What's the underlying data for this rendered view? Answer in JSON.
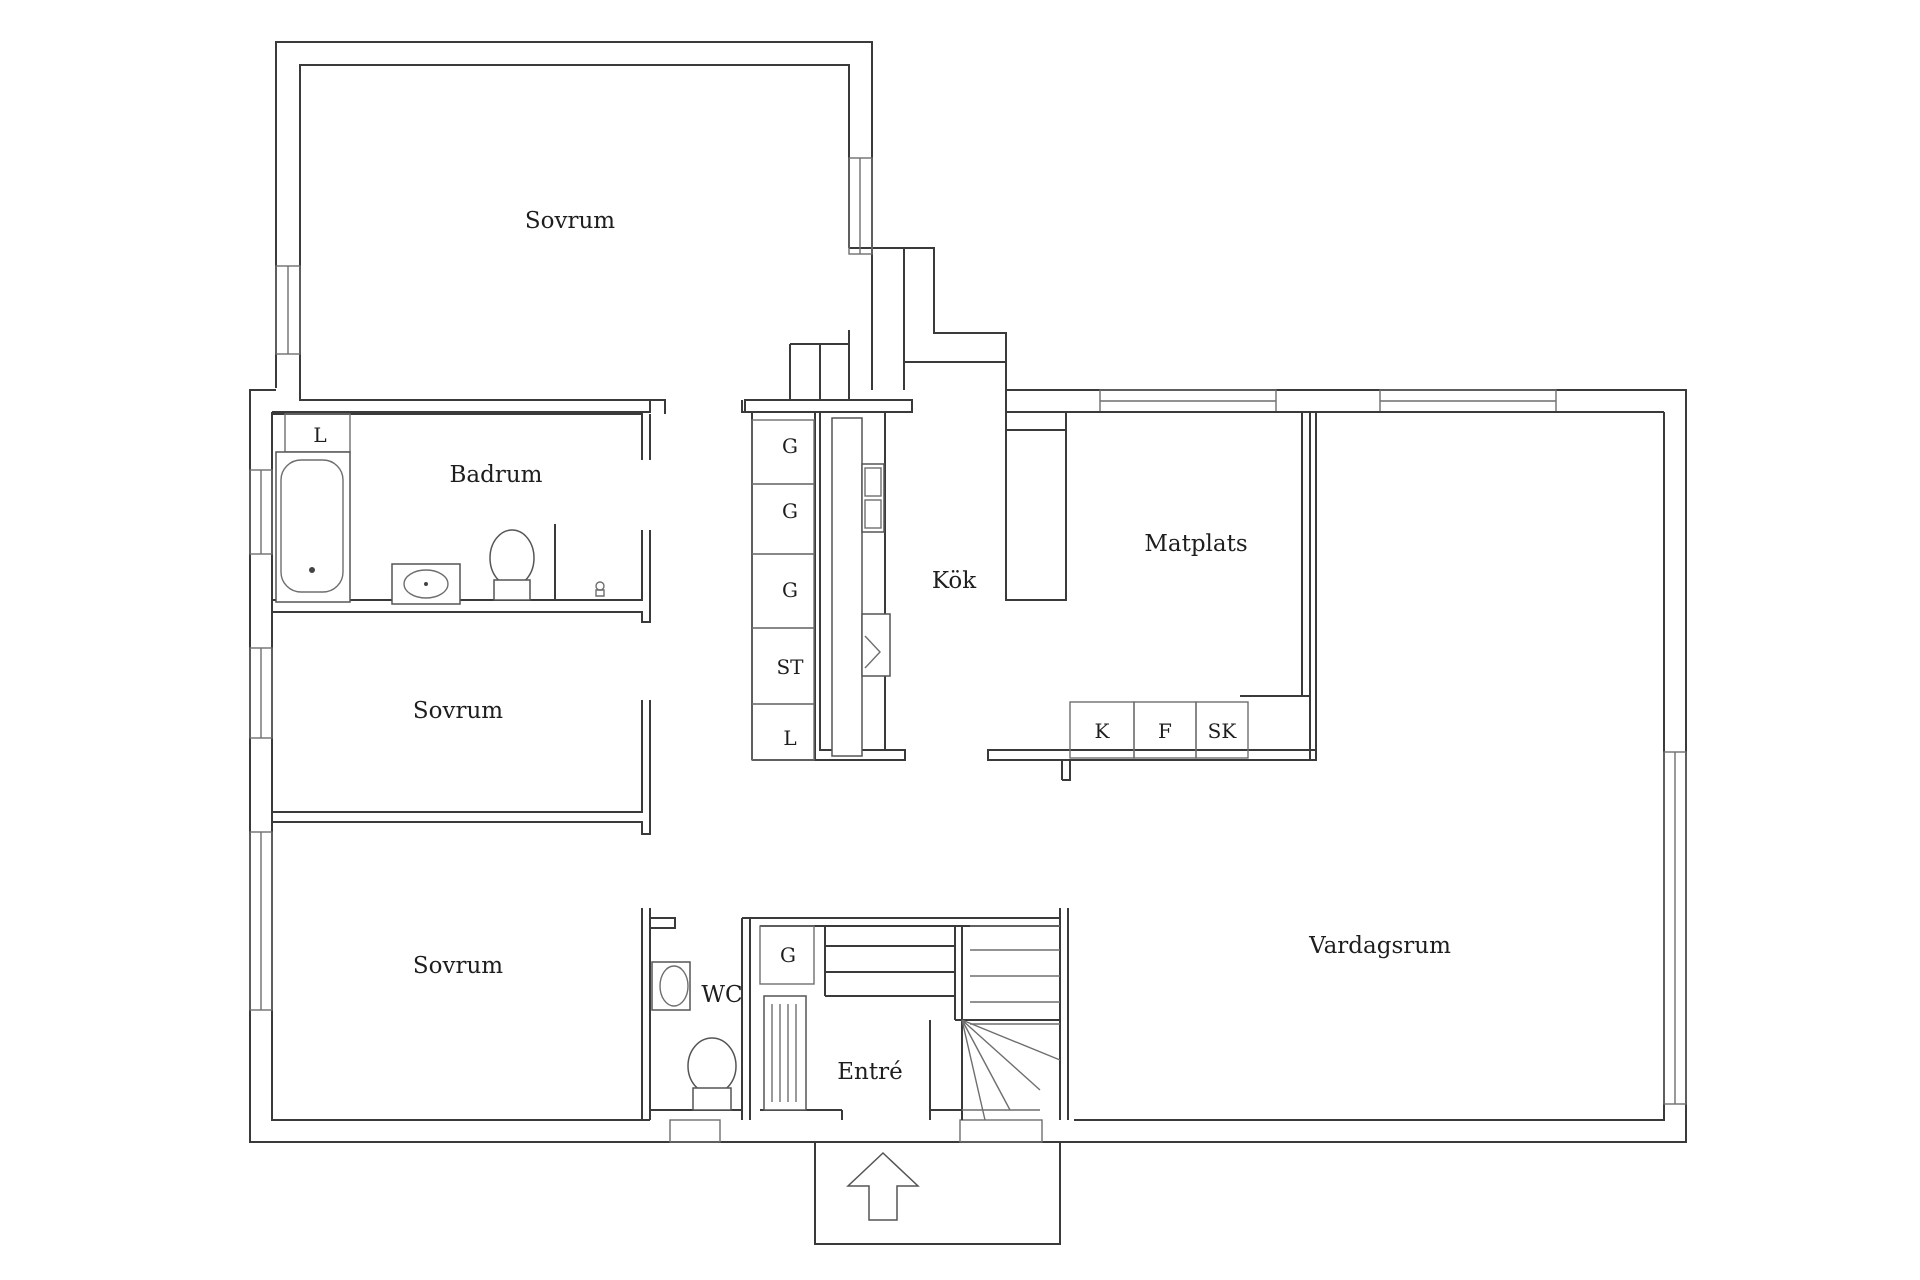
{
  "rooms": {
    "sovrum_top": "Sovrum",
    "badrum": "Badrum",
    "sovrum_mid": "Sovrum",
    "sovrum_low": "Sovrum",
    "kok": "Kök",
    "matplats": "Matplats",
    "vardagsrum": "Vardagsrum",
    "entre": "Entré",
    "wc": "WC"
  },
  "units": {
    "bath_l": "L",
    "kitchen": [
      "G",
      "G",
      "G",
      "ST",
      "L"
    ],
    "dining": [
      "K",
      "F",
      "SK"
    ],
    "hall_g": "G"
  },
  "colors": {
    "wall": "#3a3a3a",
    "text": "#1e1e1e",
    "background": "#ffffff"
  }
}
